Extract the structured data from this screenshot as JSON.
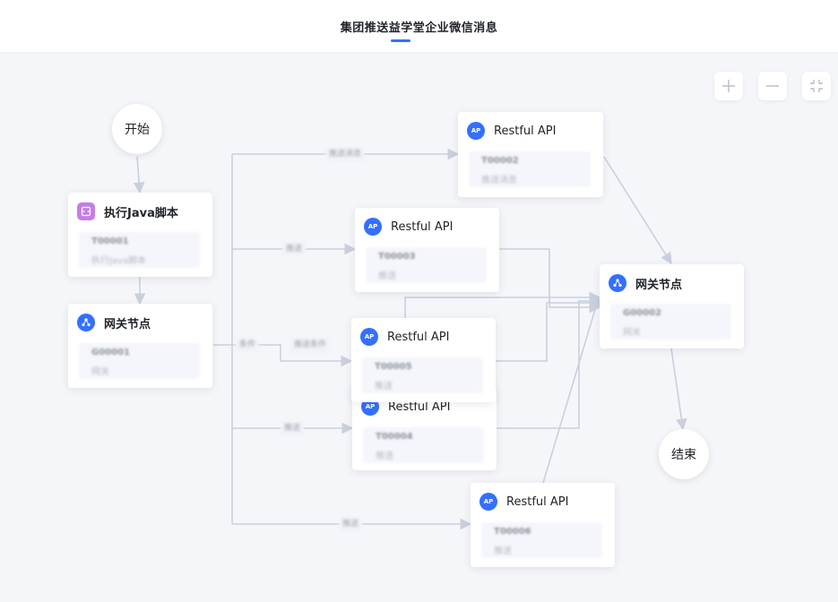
{
  "header": {
    "title": "集团推送益学堂企业微信消息"
  },
  "toolbar": {
    "zoom_in_icon": "plus-icon",
    "zoom_out_icon": "minus-icon",
    "fit_icon": "compress-icon"
  },
  "colors": {
    "accent": "#3370ff",
    "script_icon": "#c47ee8",
    "edge": "#c9d0dc"
  },
  "nodes": {
    "start": {
      "label": "开始"
    },
    "end": {
      "label": "结束"
    },
    "script": {
      "icon": "code-icon",
      "title": "执行Java脚本",
      "line1": "T00001",
      "line2": "执行Java脚本"
    },
    "gateway1": {
      "icon": "gateway-icon",
      "title": "网关节点",
      "line1": "G00001",
      "line2": "网关"
    },
    "gateway2": {
      "icon": "gateway-icon",
      "title": "网关节点",
      "line1": "G00002",
      "line2": "网关"
    },
    "api1": {
      "icon": "api-icon",
      "title": "Restful API",
      "line1": "T00002",
      "line2": "推送消息"
    },
    "api2": {
      "icon": "api-icon",
      "title": "Restful API",
      "line1": "T00003",
      "line2": "推送"
    },
    "api3": {
      "icon": "api-icon",
      "title": "Restful API",
      "line1": "T00005",
      "line2": "推送"
    },
    "api4": {
      "icon": "api-icon",
      "title": "Restful API",
      "line1": "T00004",
      "line2": "推送"
    },
    "api5": {
      "icon": "api-icon",
      "title": "Restful API",
      "line1": "T00006",
      "line2": "推送"
    }
  },
  "edge_labels": {
    "e1": "推送消息",
    "e2": "推送",
    "e3": "条件",
    "e4": "推送条件",
    "e5": "推送",
    "e6": "推送"
  }
}
